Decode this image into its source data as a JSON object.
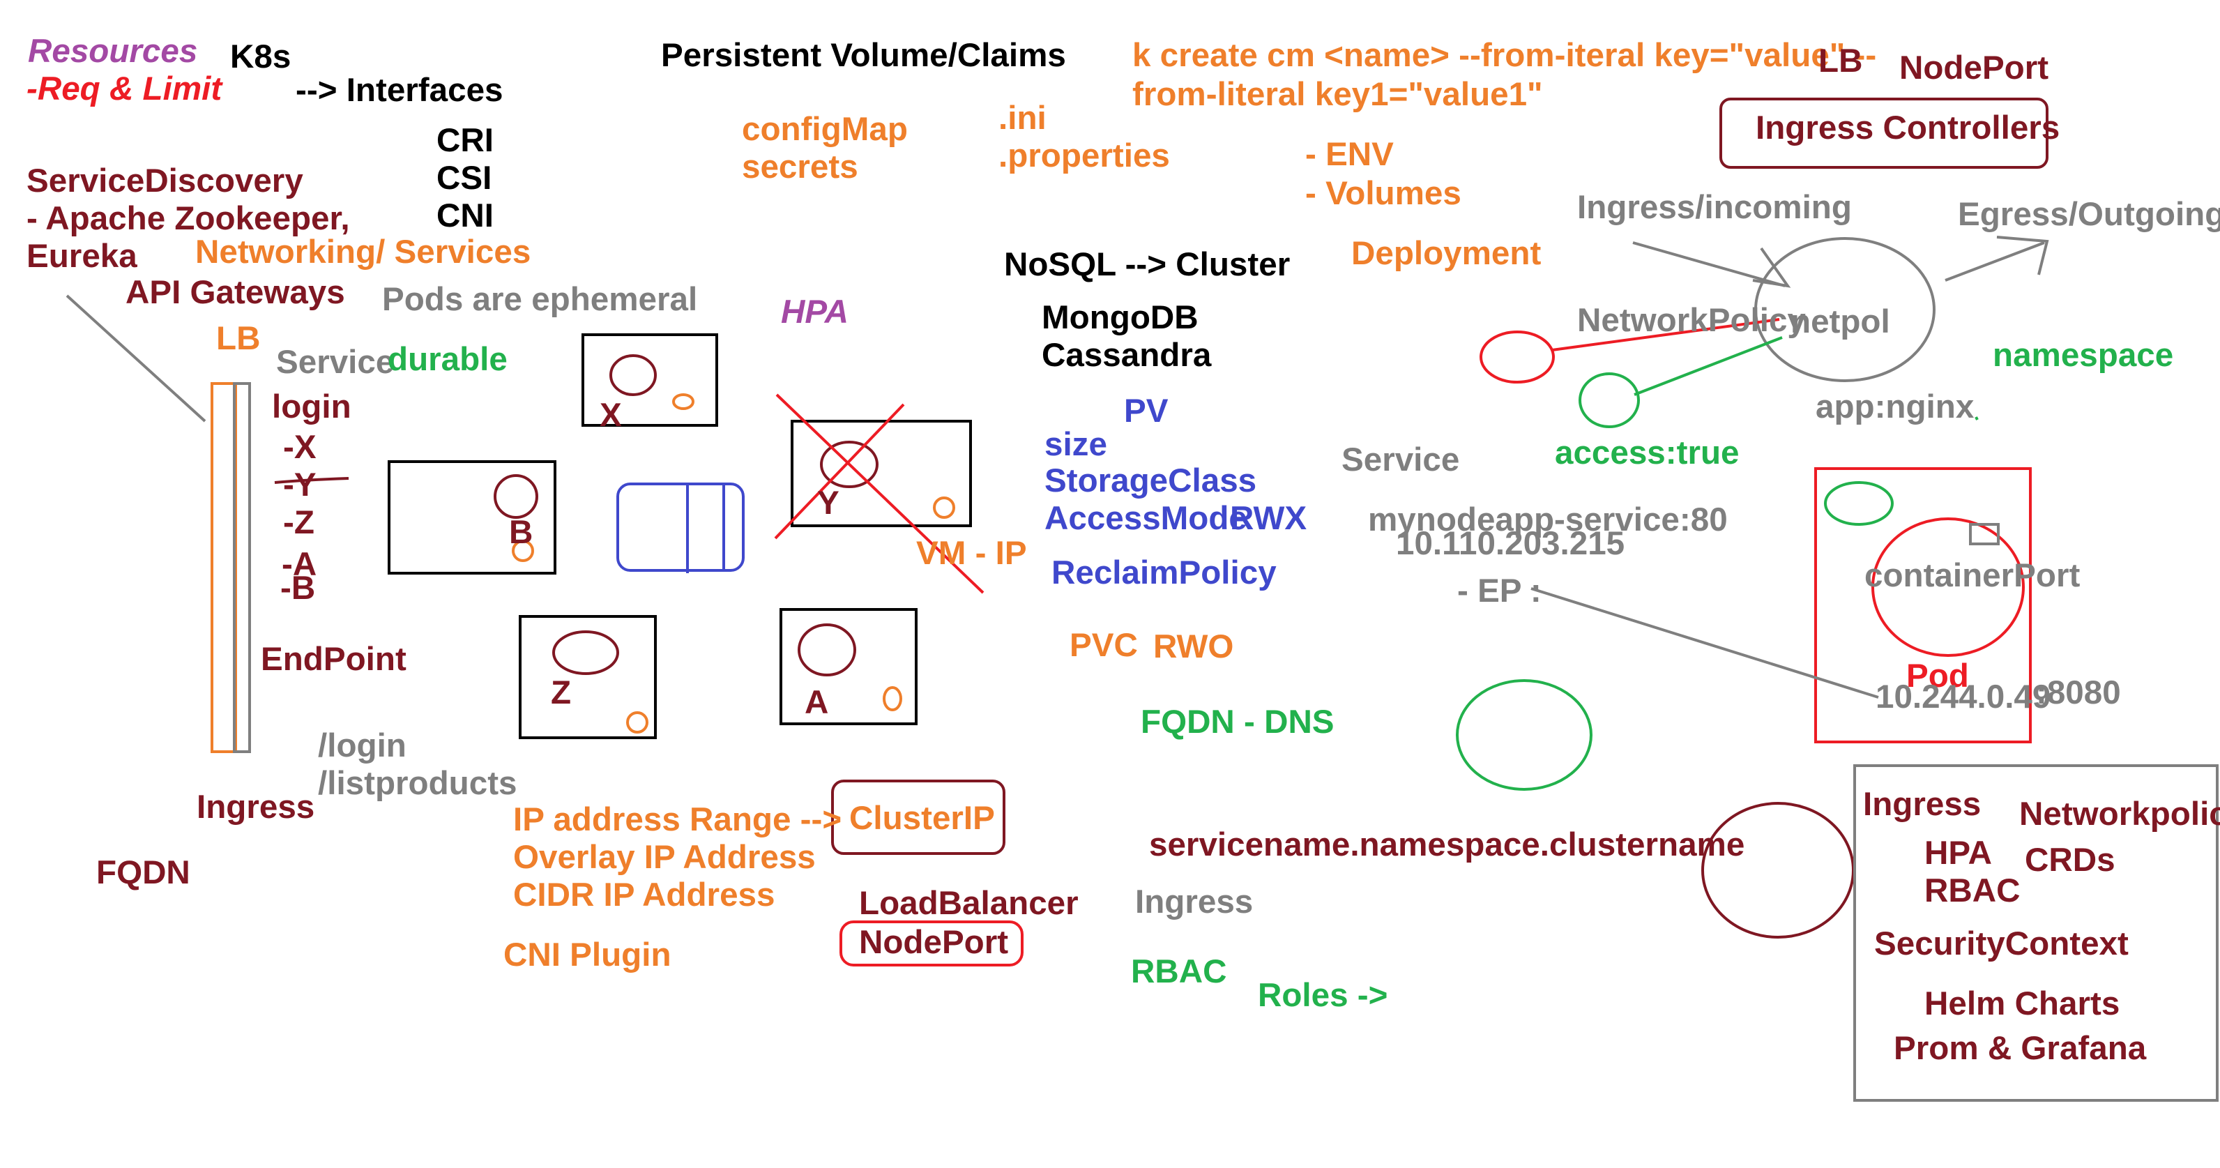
{
  "colors": {
    "darkred": "#7f1722",
    "black": "#000000",
    "orange": "#ef7f2b",
    "gray": "#7f7f7f",
    "green": "#22b14c",
    "blue": "#3f48cc",
    "purple": "#a349a4",
    "red": "#ed1c24"
  },
  "labels": {
    "resources": "Resources",
    "req_limit": "-Req & Limit",
    "k8s": "K8s",
    "interfaces": "--> Interfaces",
    "cri": "CRI",
    "csi": "CSI",
    "cni": "CNI",
    "persistent_volume_claims": "Persistent Volume/Claims",
    "configmap": "configMap",
    "secrets": "secrets",
    "ini": ".ini",
    "properties": ".properties",
    "cm_command_line1": "k create cm <name> --from-iteral key=\"value\" --",
    "cm_command_line2": "from-literal key1=\"value1\"",
    "env": "- ENV",
    "volumes": "- Volumes",
    "lb_top": "LB",
    "nodeport_top": "NodePort",
    "ingress_controllers": "Ingress Controllers",
    "service_discovery": "ServiceDiscovery",
    "apache_zookeeper": "- Apache Zookeeper,",
    "eureka": "Eureka",
    "networking_services": "Networking/ Services",
    "api_gateways": "API Gateways",
    "pods_ephemeral": "Pods are ephemeral",
    "hpa_italic": "HPA",
    "nosql_cluster": "NoSQL --> Cluster",
    "mongodb": "MongoDB",
    "cassandra": "Cassandra",
    "deployment": "Deployment",
    "ingress_incoming": "Ingress/incoming",
    "egress_outgoing": "Egress/Outgoing",
    "network_policy": "NetworkPolicy",
    "netpol": "netpol",
    "namespace": "namespace",
    "app_nginx": "app:nginx",
    "access_true": "access:true",
    "lb_left": "LB",
    "service_left": "Service",
    "durable": "durable",
    "login": "login",
    "x_item": "-X",
    "y_item": "-Y",
    "z_item": "-Z",
    "a_item": "-A",
    "b_item": "-B",
    "endpoint": "EndPoint",
    "path_login": "/login",
    "path_listproducts": "/listproducts",
    "ingress_left": "Ingress",
    "fqdn": "FQDN",
    "box_x": "X",
    "box_b": "B",
    "box_y": "Y",
    "box_z": "Z",
    "box_a": "A",
    "vm_ip": "VM - IP",
    "pv": "PV",
    "size": "size",
    "storage_class": "StorageClass",
    "access_mode": "AccessMode",
    "rwx": "RWX",
    "reclaim_policy": "ReclaimPolicy",
    "pvc": "PVC",
    "rwo": "RWO",
    "fqdn_dns": "FQDN - DNS",
    "service_mid": "Service",
    "mynodeapp_service": "mynodeapp-service:80",
    "service_ip": "10.110.203.215",
    "ep": "- EP :",
    "container_port": "containerPort",
    "pod": "Pod",
    "pod_ip": "10.244.0.49",
    "pod_port": ":8080",
    "ip_range": "IP address Range -->",
    "overlay_ip": "Overlay IP Address",
    "cidr_ip": "CIDR IP Address",
    "cni_plugin": "CNI Plugin",
    "cluster_ip": "ClusterIP",
    "load_balancer": "LoadBalancer",
    "nodeport_bottom": "NodePort",
    "service_fqdn": "servicename.namespace.clustername",
    "ingress_mid": "Ingress",
    "rbac_green": "RBAC",
    "roles": "Roles ->",
    "list_ingress": "Ingress",
    "list_networkpolicy": "Networkpolicy",
    "list_hpa": "HPA",
    "list_crds": "CRDs",
    "list_rbac": "RBAC",
    "list_security_context": "SecurityContext",
    "list_helm_charts": "Helm Charts",
    "list_prom_grafana": "Prom & Grafana"
  }
}
